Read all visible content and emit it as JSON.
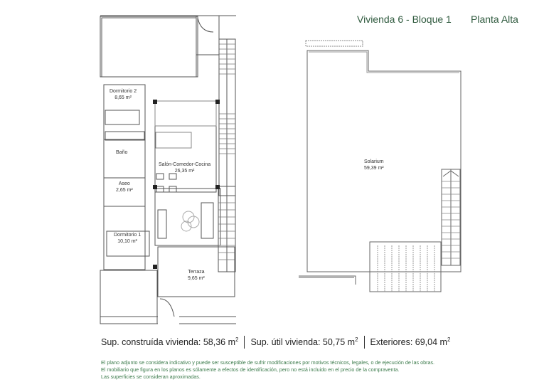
{
  "header": {
    "unit": "Vivienda 6 - Bloque 1",
    "floor": "Planta Alta"
  },
  "rooms": {
    "dormitorio2": {
      "name": "Dormitorio 2",
      "area": "8,65 m²"
    },
    "bano": {
      "name": "Baño"
    },
    "salon": {
      "name": "Salón-Comedor-Cocina",
      "area": "26,35 m²"
    },
    "aseo": {
      "name": "Aseo",
      "area": "2,65 m²"
    },
    "dormitorio1": {
      "name": "Dormitorio 1",
      "area": "10,10 m²"
    },
    "terraza": {
      "name": "Terraza",
      "area": "9,65 m²"
    },
    "solarium": {
      "name": "Solarium",
      "area": "59,39 m²"
    }
  },
  "summary": {
    "construida_label": "Sup. construída vivienda: 58,36 m",
    "util_label": "Sup. útil vivienda: 50,75 m",
    "exteriores_label": "Exteriores: 69,04 m",
    "unit_exp": "2"
  },
  "disclaimer": {
    "line1": "El plano adjunto se considera indicativo y puede ser susceptible de sufrir modificaciones por motivos técnicos, legales, o de ejecución de las obras.",
    "line2": "El mobiliario que figura en los planos es sólamente a efectos de identificación, pero no está incluido en el precio de la compraventa.",
    "line3": "Las superficies se consideran aproximadas."
  },
  "colors": {
    "title_green": "#2f5a3e",
    "disclaimer_green": "#3a7a4a",
    "wall": "#555555"
  }
}
